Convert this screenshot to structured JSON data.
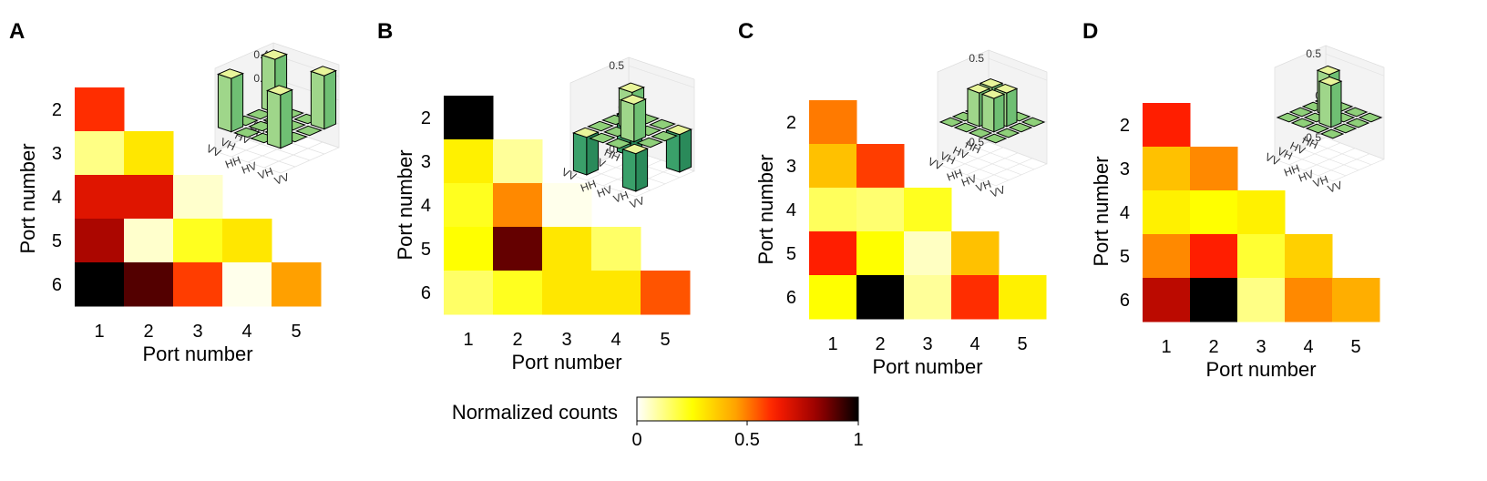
{
  "chart_data": [
    {
      "type": "heatmap",
      "panel": "A",
      "xlabel": "Port number",
      "ylabel": "Port number",
      "x_ticks": [
        "1",
        "2",
        "3",
        "4",
        "5"
      ],
      "y_ticks": [
        "2",
        "3",
        "4",
        "5",
        "6"
      ],
      "values": [
        [
          0.6
        ],
        [
          0.12,
          0.3
        ],
        [
          0.68,
          0.68,
          0.05
        ],
        [
          0.78,
          0.05,
          0.22,
          0.3
        ],
        [
          1.0,
          0.9,
          0.58,
          0.02,
          0.45
        ]
      ],
      "inset": {
        "type": "bar3d",
        "zticks": [
          "-0.2",
          "0",
          "0.2",
          "0.4"
        ],
        "zlim": [
          -0.2,
          0.5
        ],
        "row_labels": [
          "HH",
          "HV",
          "VH",
          "VV"
        ],
        "col_labels": [
          "HH",
          "HV",
          "VH",
          "VV"
        ],
        "values": [
          [
            0.45,
            0.0,
            0.0,
            0.45
          ],
          [
            0.0,
            0.0,
            0.0,
            0.0
          ],
          [
            0.0,
            0.0,
            0.0,
            0.0
          ],
          [
            0.45,
            0.0,
            0.0,
            0.45
          ]
        ]
      }
    },
    {
      "type": "heatmap",
      "panel": "B",
      "xlabel": "Port number",
      "ylabel": "Port number",
      "x_ticks": [
        "1",
        "2",
        "3",
        "4",
        "5"
      ],
      "y_ticks": [
        "2",
        "3",
        "4",
        "5",
        "6"
      ],
      "values": [
        [
          1.0
        ],
        [
          0.28,
          0.1
        ],
        [
          0.22,
          0.48,
          0.02
        ],
        [
          0.25,
          0.88,
          0.3,
          0.15
        ],
        [
          0.15,
          0.22,
          0.3,
          0.3,
          0.55
        ]
      ],
      "inset": {
        "type": "bar3d",
        "zticks": [
          "-0.5",
          "0",
          "0.5"
        ],
        "zlim": [
          -0.5,
          0.6
        ],
        "row_labels": [
          "HH",
          "HV",
          "VH",
          "VV"
        ],
        "col_labels": [
          "HH",
          "HV",
          "VH",
          "VV"
        ],
        "values": [
          [
            -0.45,
            0.0,
            0.0,
            -0.45
          ],
          [
            0.0,
            0.45,
            0.0,
            0.0
          ],
          [
            0.0,
            0.0,
            0.45,
            0.0
          ],
          [
            -0.45,
            0.0,
            0.0,
            -0.45
          ]
        ]
      }
    },
    {
      "type": "heatmap",
      "panel": "C",
      "xlabel": "Port number",
      "ylabel": "Port number",
      "x_ticks": [
        "1",
        "2",
        "3",
        "4",
        "5"
      ],
      "y_ticks": [
        "2",
        "3",
        "4",
        "5",
        "6"
      ],
      "values": [
        [
          0.5
        ],
        [
          0.38,
          0.58
        ],
        [
          0.16,
          0.14,
          0.22
        ],
        [
          0.62,
          0.25,
          0.06,
          0.38
        ],
        [
          0.25,
          1.0,
          0.1,
          0.6,
          0.28
        ]
      ],
      "inset": {
        "type": "bar3d",
        "zticks": [
          "-0.5",
          "0",
          "0.5"
        ],
        "zlim": [
          -0.5,
          0.6
        ],
        "row_labels": [
          "HH",
          "HV",
          "VH",
          "VV"
        ],
        "col_labels": [
          "HH",
          "HV",
          "VH",
          "VV"
        ],
        "values": [
          [
            0.0,
            0.0,
            0.0,
            0.0
          ],
          [
            0.0,
            0.4,
            0.4,
            0.0
          ],
          [
            0.0,
            0.4,
            0.4,
            0.0
          ],
          [
            0.0,
            0.0,
            0.0,
            0.0
          ]
        ]
      }
    },
    {
      "type": "heatmap",
      "panel": "D",
      "xlabel": "Port number",
      "ylabel": "Port number",
      "x_ticks": [
        "1",
        "2",
        "3",
        "4",
        "5"
      ],
      "y_ticks": [
        "2",
        "3",
        "4",
        "5",
        "6"
      ],
      "values": [
        [
          0.62
        ],
        [
          0.38,
          0.48
        ],
        [
          0.28,
          0.25,
          0.28
        ],
        [
          0.48,
          0.62,
          0.2,
          0.35
        ],
        [
          0.75,
          1.0,
          0.12,
          0.48,
          0.42
        ]
      ],
      "inset": {
        "type": "bar3d",
        "zticks": [
          "-0.5",
          "0",
          "0.5"
        ],
        "zlim": [
          -0.5,
          0.6
        ],
        "row_labels": [
          "HH",
          "HV",
          "VH",
          "VV"
        ],
        "col_labels": [
          "HH",
          "HV",
          "VH",
          "VV"
        ],
        "values": [
          [
            0.0,
            0.0,
            0.0,
            0.0
          ],
          [
            0.0,
            0.5,
            0.0,
            0.0
          ],
          [
            0.0,
            0.0,
            0.5,
            0.0
          ],
          [
            0.0,
            0.0,
            0.0,
            0.0
          ]
        ]
      }
    }
  ],
  "colorbar": {
    "label": "Normalized counts",
    "ticks": [
      "0",
      "0.5",
      "1"
    ],
    "colormap": "hot-reversed"
  }
}
